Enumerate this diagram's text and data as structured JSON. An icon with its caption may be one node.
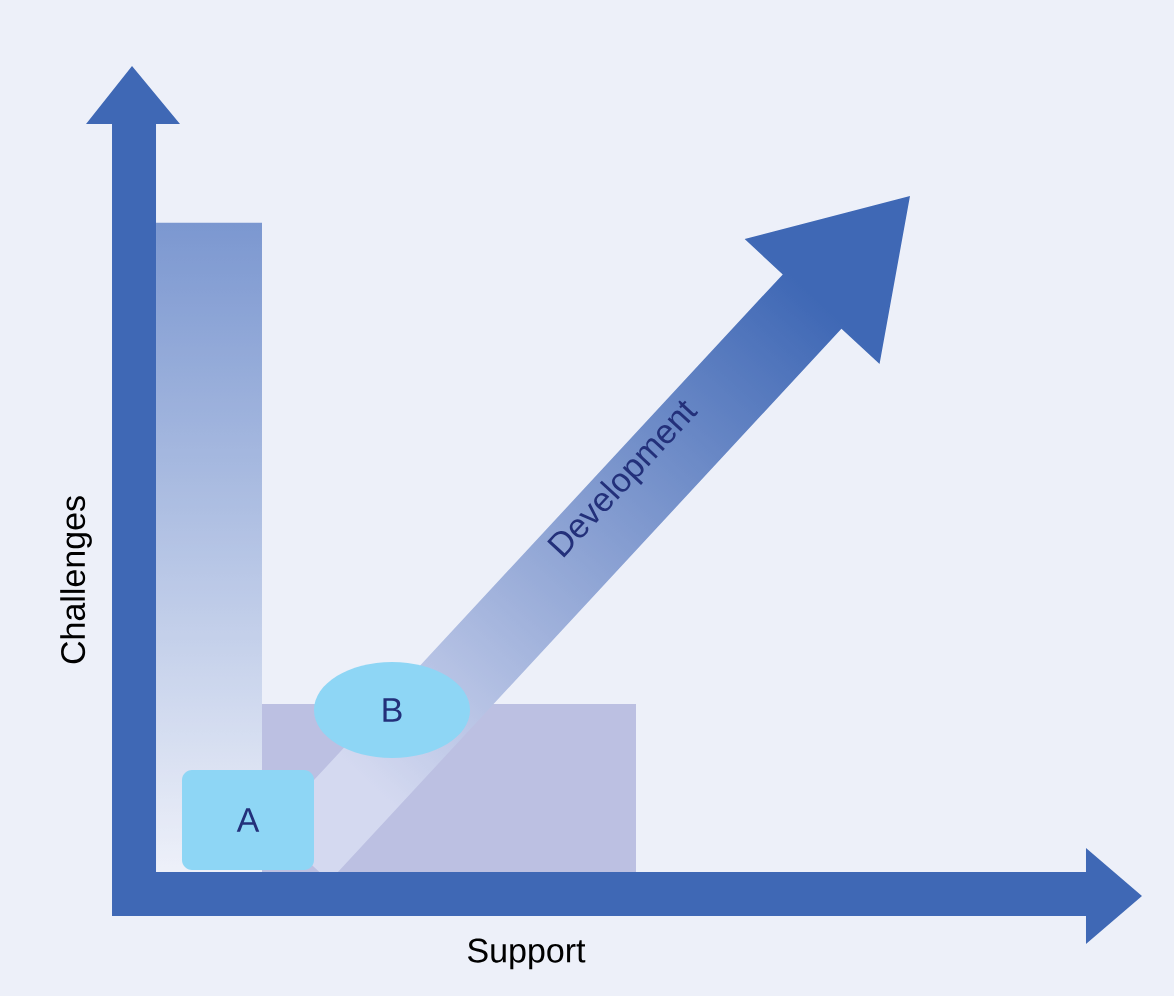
{
  "diagram": {
    "nodes": [
      {
        "text": [
          "A"
        ]
      },
      {
        "text": [
          "B"
        ]
      }
    ],
    "labels": [
      "Challenges",
      "Support",
      "Development"
    ]
  }
}
